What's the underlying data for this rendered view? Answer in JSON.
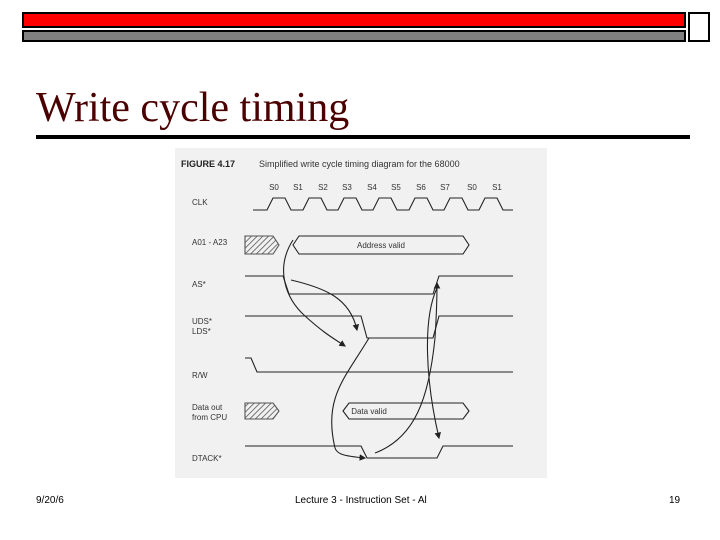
{
  "title": "Write cycle timing",
  "figure": {
    "caption_label": "FIGURE 4.17",
    "caption_text": "Simplified write cycle timing diagram for the 68000",
    "states": [
      "S0",
      "S1",
      "S2",
      "S3",
      "S4",
      "S5",
      "S6",
      "S7",
      "S0",
      "S1"
    ],
    "signals": {
      "clk": "CLK",
      "address": "A01 - A23",
      "as": "AS*",
      "uds": "UDS*",
      "lds": "LDS*",
      "rw": "R/W",
      "data_line1": "Data out",
      "data_line2": "from CPU",
      "dtack": "DTACK*"
    },
    "address_valid": "Address valid",
    "data_valid": "Data valid"
  },
  "footer": {
    "date": "9/20/6",
    "center": "Lecture 3 - Instruction Set - Al",
    "page": "19"
  }
}
